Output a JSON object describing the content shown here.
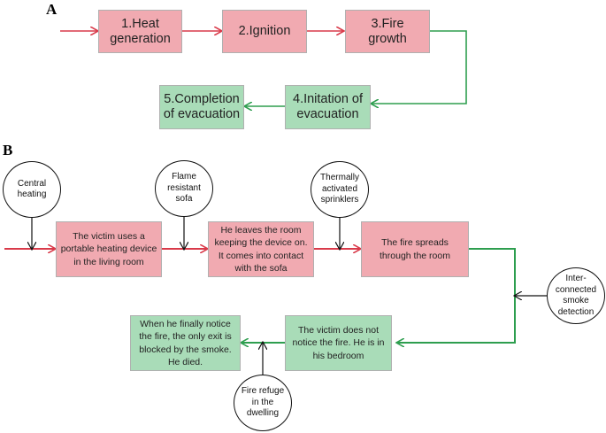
{
  "panel_a": {
    "label": "A",
    "steps": [
      "1.Heat\ngeneration",
      "2.Ignition",
      "3.Fire\ngrowth",
      "4.Initation of\nevacuation",
      "5.Completion\nof evacuation"
    ]
  },
  "panel_b": {
    "label": "B",
    "events": [
      "The victim uses a\nportable heating device\nin the living room",
      "He leaves the room\nkeeping the device on.\nIt comes into contact\nwith the sofa",
      "The fire spreads\nthrough the room",
      "The victim does not\nnotice the fire. He is in\nhis bedroom",
      "When he finally notice\nthe fire, the only exit is\nblocked by the smoke.\nHe died."
    ],
    "barriers": [
      "Central\nheating",
      "Flame\nresistant\nsofa",
      "Thermally\nactivated\nsprinklers",
      "Inter-\nconnected\nsmoke\ndetection",
      "Fire refuge\nin the\ndwelling"
    ]
  },
  "colors": {
    "red_box": "#f1aab1",
    "green_box": "#a9dcb8",
    "red_arrow": "#d93a4a",
    "green_arrow": "#2e9e4f"
  }
}
